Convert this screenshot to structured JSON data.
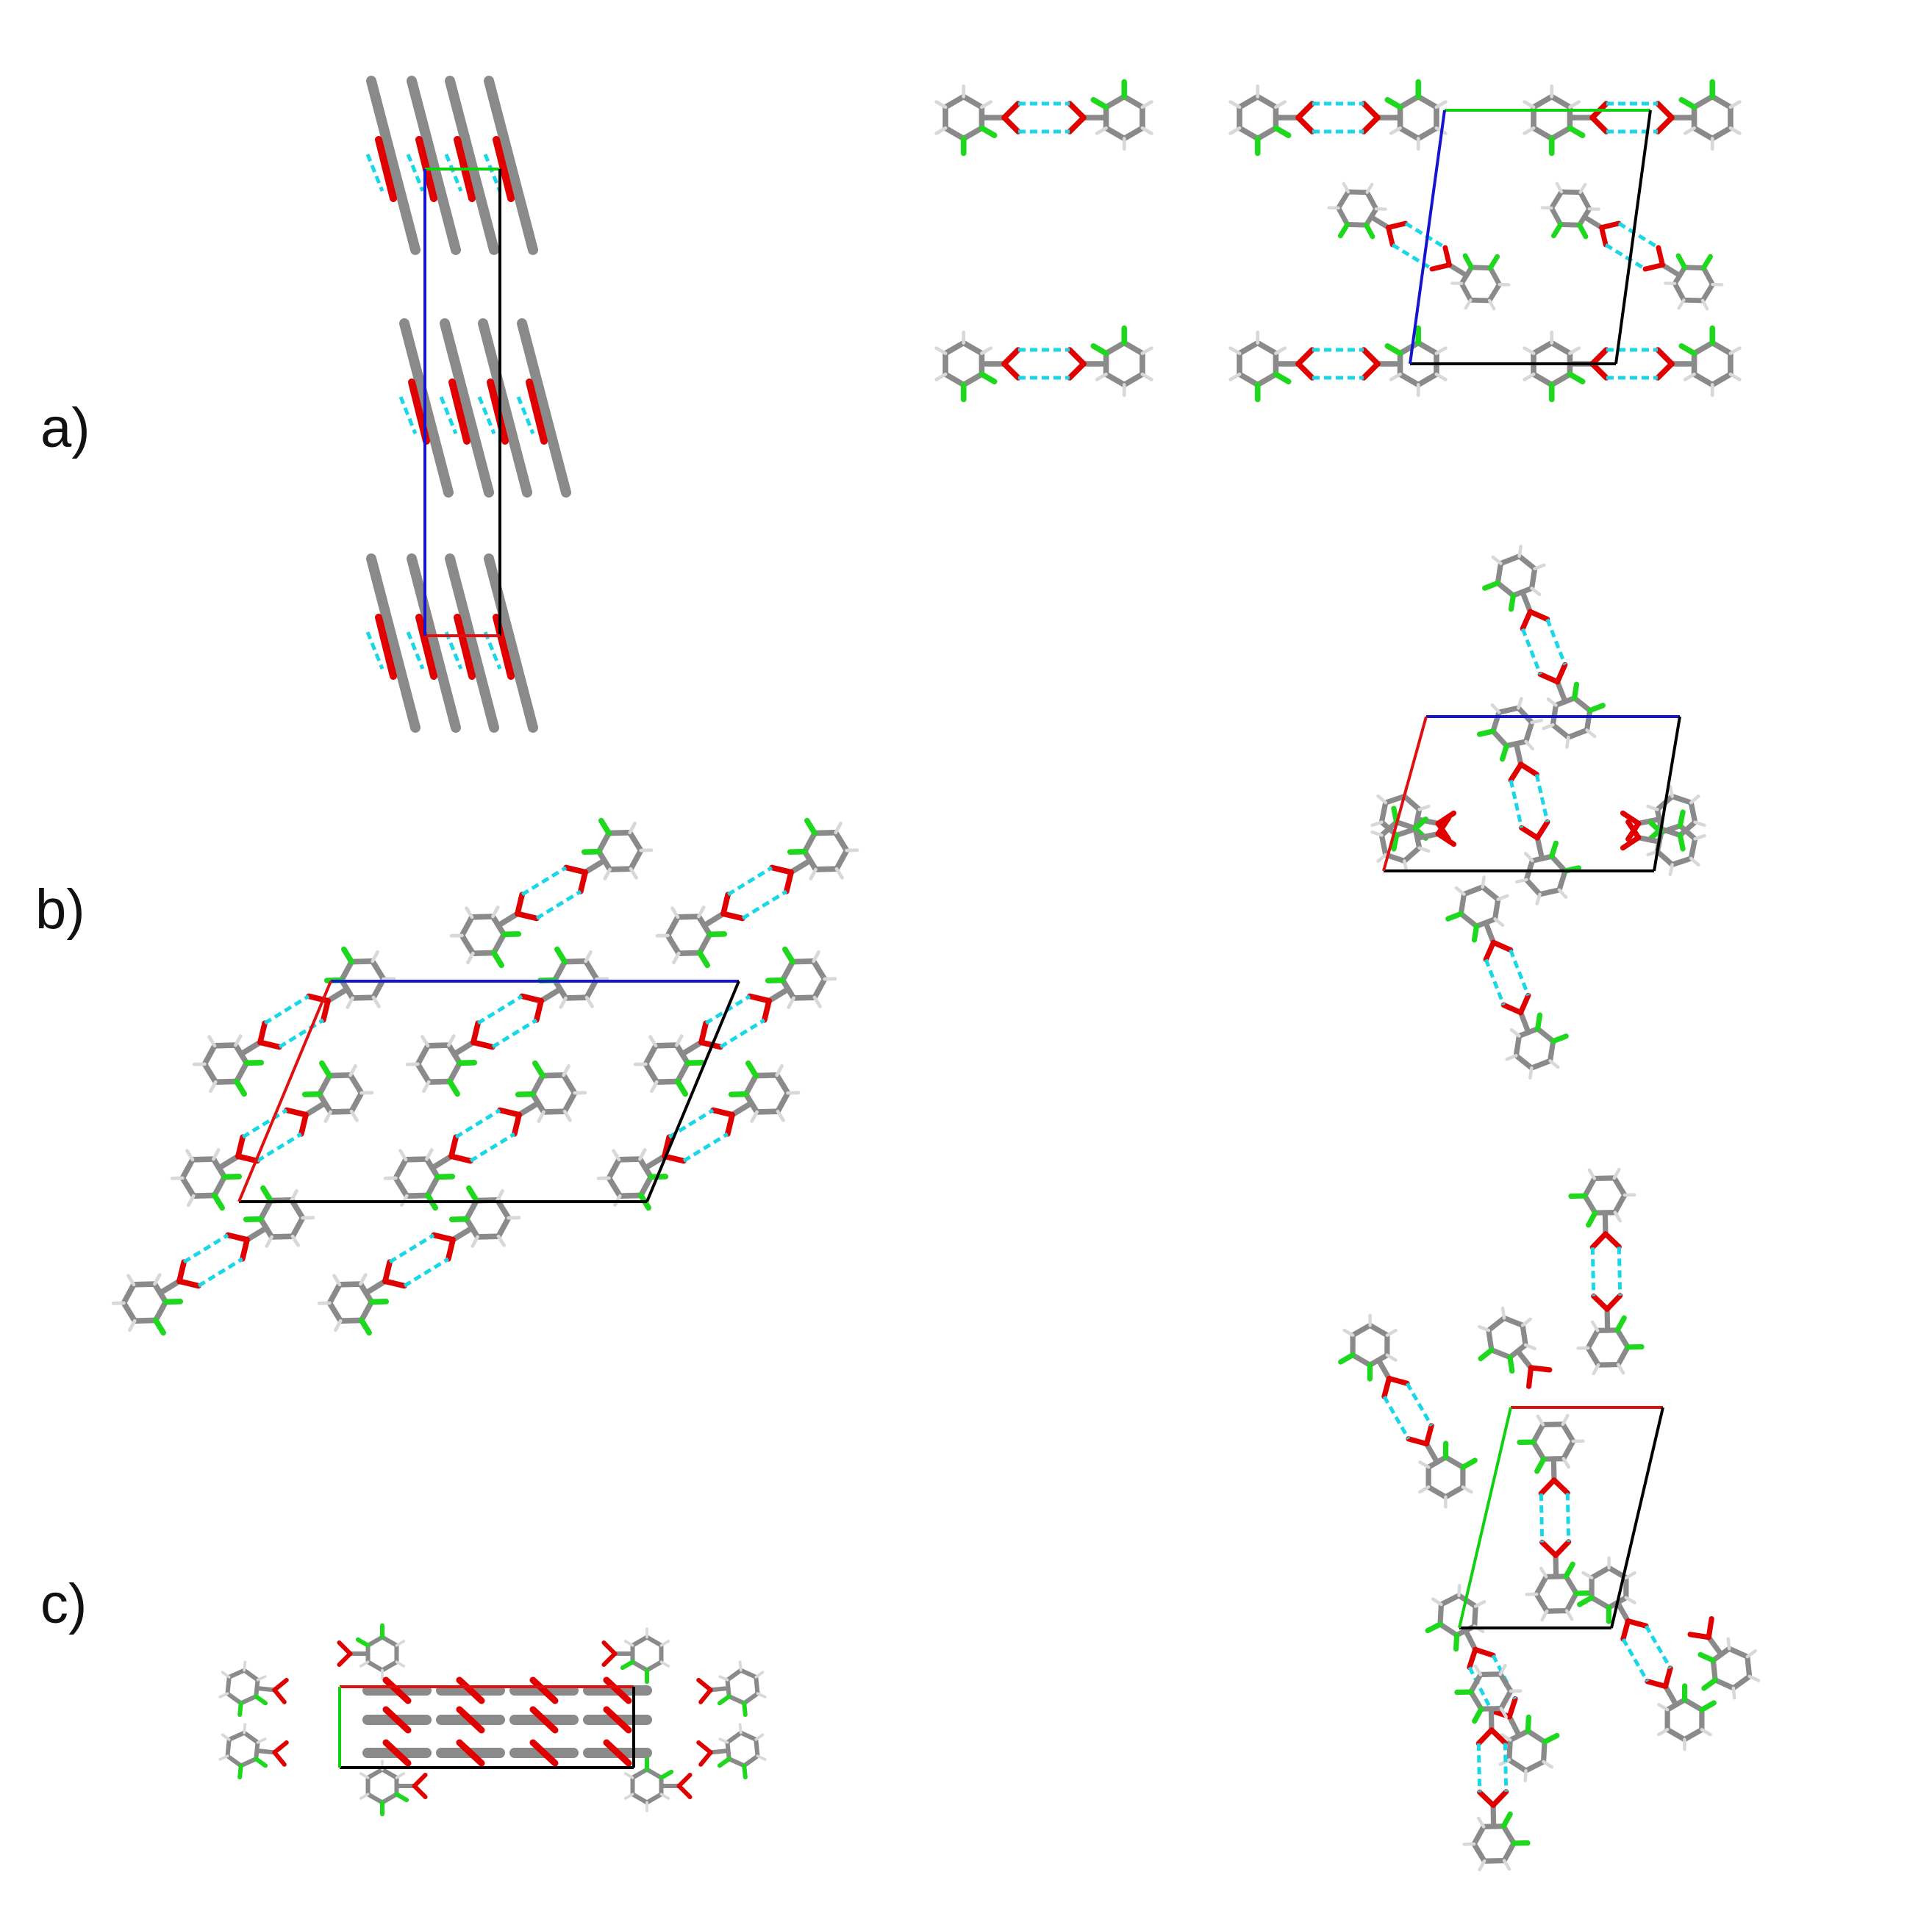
{
  "panels": [
    {
      "id": "a",
      "label": "a)"
    },
    {
      "id": "b",
      "label": "b)"
    },
    {
      "id": "c",
      "label": "c)"
    }
  ],
  "colors": {
    "carbon": "#8a8a8a",
    "hydrogen": "#d8d8d8",
    "oxygen": "#e00000",
    "chlorine": "#1ed81e",
    "hbond": "#19d7e6",
    "axis_a": "#e01010",
    "axis_b": "#10d010",
    "axis_c": "#1515d0",
    "cell_edge": "#000000"
  },
  "atom_types": [
    "carbon",
    "hydrogen",
    "oxygen",
    "chlorine"
  ]
}
